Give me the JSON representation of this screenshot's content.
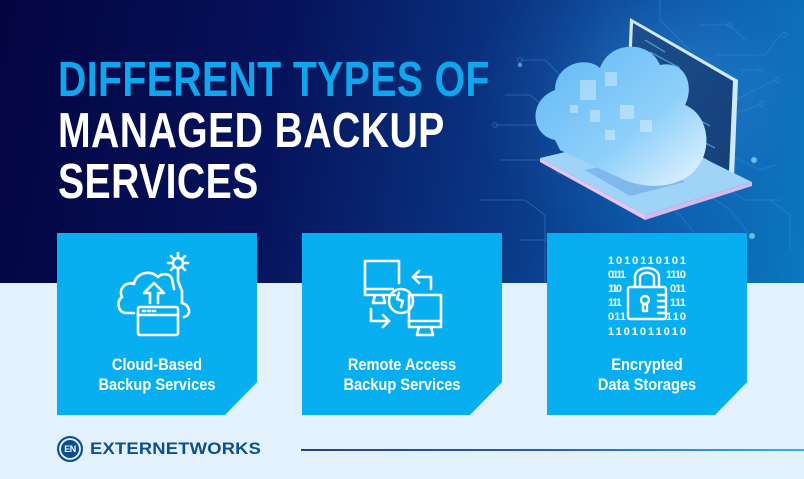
{
  "title": {
    "line1": "DIFFERENT TYPES OF",
    "line2": "MANAGED BACKUP",
    "line3": "SERVICES"
  },
  "illustration": {
    "icon": "cloud-laptop-illustration-icon"
  },
  "cards": [
    {
      "icon": "cloud-upload-gear-folder-icon",
      "line1": "Cloud-Based",
      "line2": "Backup Services"
    },
    {
      "icon": "remote-monitors-transfer-icon",
      "line1": "Remote Access",
      "line2": "Backup Services"
    },
    {
      "icon": "padlock-binary-icon",
      "line1": "Encrypted",
      "line2": "Data Storages"
    }
  ],
  "footer": {
    "logo_badge": "EN",
    "logo_text": "EXTERNETWORKS"
  },
  "colors": {
    "hero_dark": "#040440",
    "hero_light": "#0a78c0",
    "accent_title": "#10a6ee",
    "card_blue": "#07aef0",
    "background_light": "#e3f1fc",
    "logo_blue": "#0b4f8f"
  }
}
